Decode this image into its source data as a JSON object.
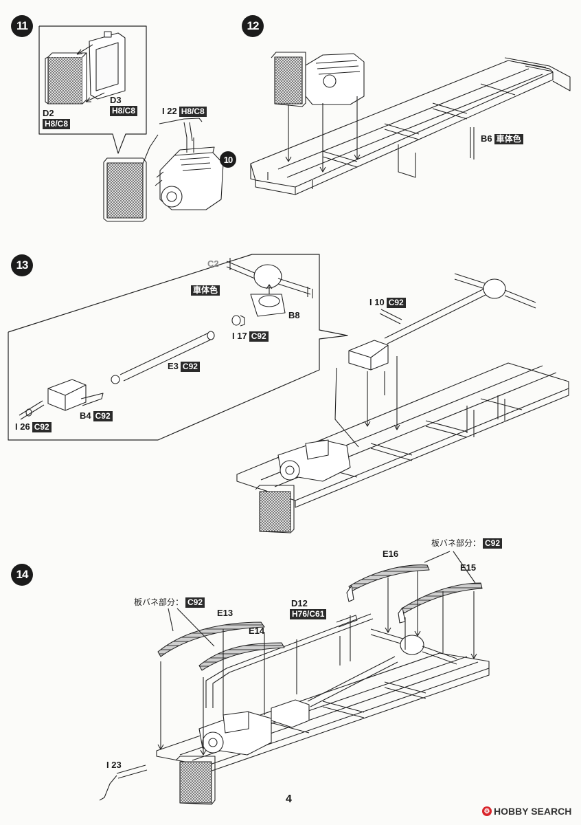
{
  "page_number": "4",
  "footer_brand": "HOBBY SEARCH",
  "footer_icon": "hobbysearch-logo-icon",
  "steps": {
    "s11": {
      "num": "11",
      "ref": "10"
    },
    "s12": {
      "num": "12"
    },
    "s13": {
      "num": "13"
    },
    "s14": {
      "num": "14"
    }
  },
  "labels": {
    "d3": "D3",
    "d3c": "H8/C8",
    "d2": "D2",
    "d2c": "H8/C8",
    "i22": "I 22",
    "i22c": "H8/C8",
    "b6": "B6",
    "b6c": "車体色",
    "c2": "C2",
    "body_color": "車体色",
    "b8": "B8",
    "i17": "I 17",
    "i17c": "C92",
    "i10": "I 10",
    "i10c": "C92",
    "e3": "E3",
    "e3c": "C92",
    "b4": "B4",
    "b4c": "C92",
    "i26": "I 26",
    "i26c": "C92",
    "leaf_right": "板バネ部分：",
    "leaf_right_c": "C92",
    "e16": "E16",
    "e15": "E15",
    "leaf_left": "板バネ部分：",
    "leaf_left_c": "C92",
    "e13": "E13",
    "e14": "E14",
    "d12": "D12",
    "d12c": "H76/C61",
    "i23": "I 23"
  }
}
